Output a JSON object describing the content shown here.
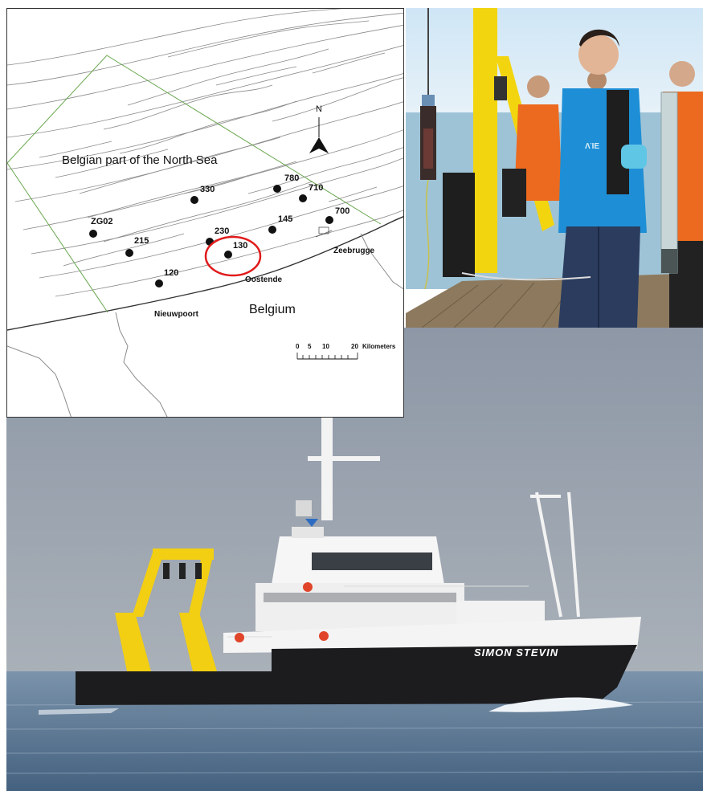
{
  "map": {
    "sea_label": "Belgian part of the North Sea",
    "country_label": "Belgium",
    "north_label": "N",
    "places": {
      "zeebrugge": "Zeebrugge",
      "oostende": "Oostende",
      "nieuwpoort": "Nieuwpoort"
    },
    "stations": [
      {
        "id": "ZG02"
      },
      {
        "id": "215"
      },
      {
        "id": "120"
      },
      {
        "id": "330"
      },
      {
        "id": "230"
      },
      {
        "id": "130"
      },
      {
        "id": "145"
      },
      {
        "id": "780"
      },
      {
        "id": "710"
      },
      {
        "id": "700"
      }
    ],
    "highlighted_station": "130",
    "highlight_color": "#e01a1a",
    "boundary_color": "#6aa84f",
    "scale_bar": {
      "ticks": [
        "0",
        "5",
        "10",
        "20"
      ],
      "unit": "Kilometers"
    }
  },
  "photo": {
    "shirt_text": "ΛΊΕ"
  },
  "ship": {
    "name": "SIMON STEVIN",
    "hull_color": "#1c1c1e",
    "crane_color": "#f2cf12"
  }
}
